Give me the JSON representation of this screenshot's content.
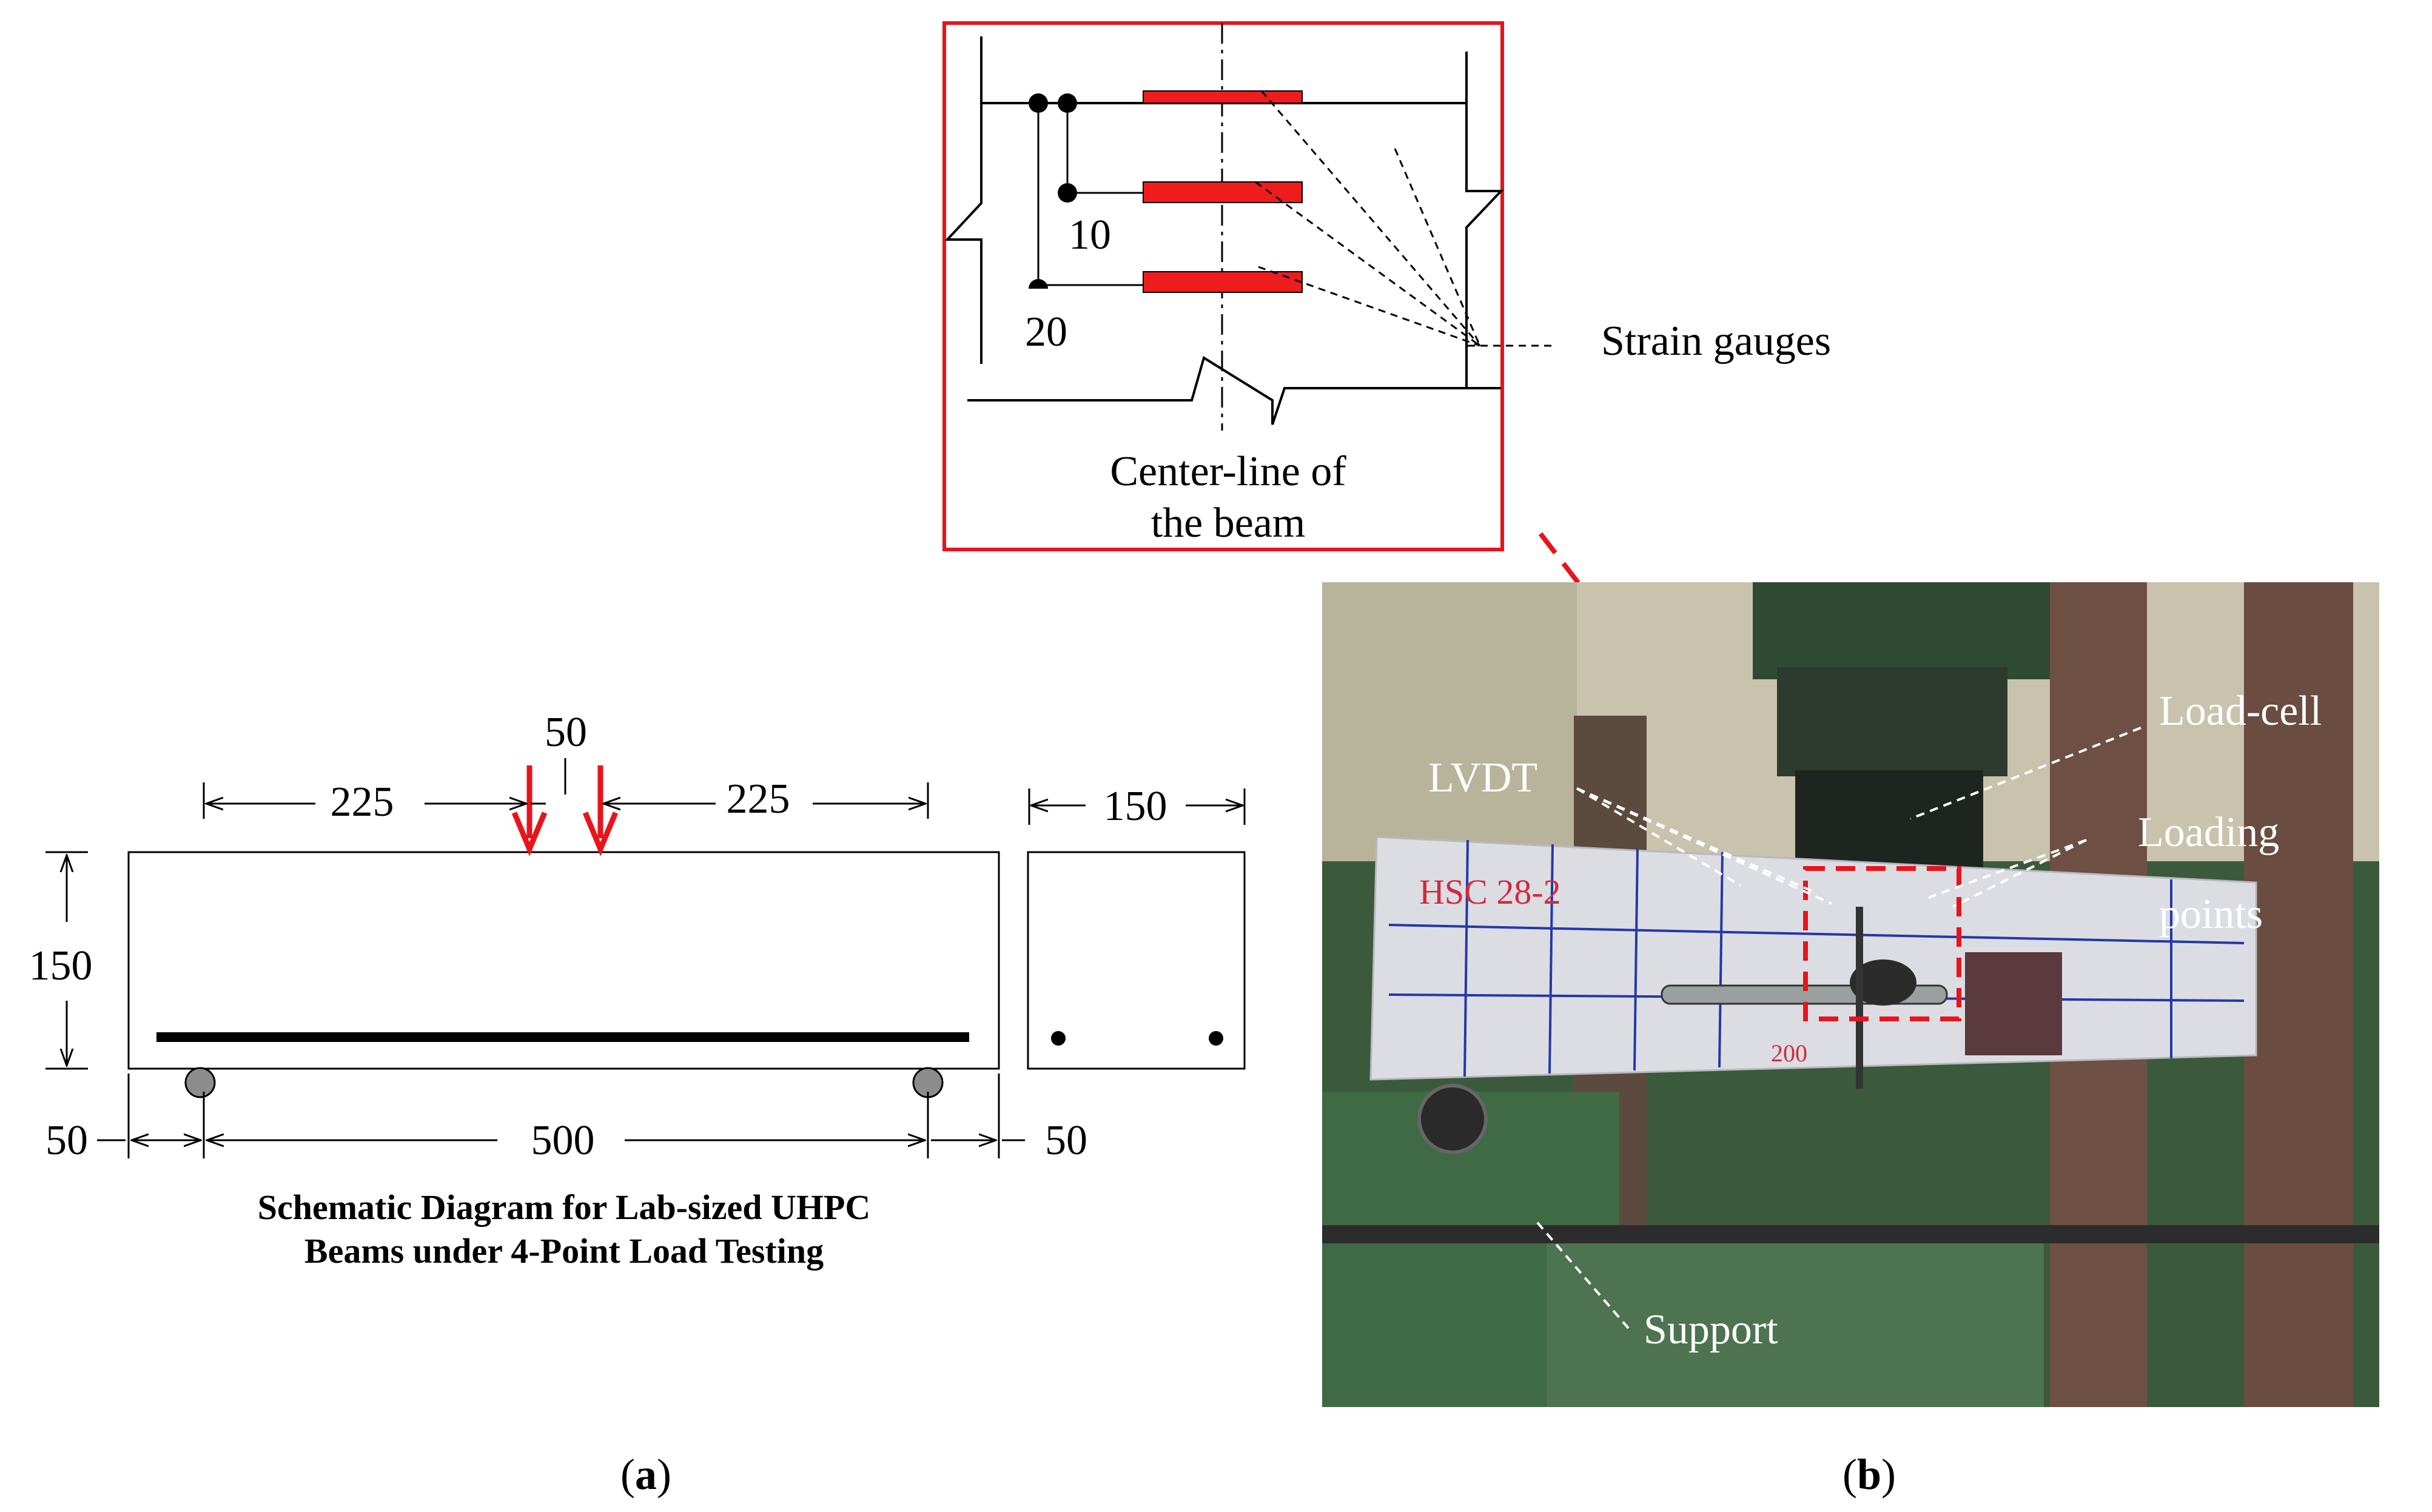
{
  "detail_inset": {
    "bar_spacing_1": "10",
    "bar_spacing_2": "20",
    "centerline_label_1": "Center-line of",
    "centerline_label_2": "the beam",
    "strain_gauges_label": "Strain gauges"
  },
  "schematic": {
    "dim_top_left": "225",
    "dim_load_spacing": "50",
    "dim_top_right": "225",
    "dim_height": "150",
    "dim_section_width": "150",
    "dim_bottom_left": "50",
    "dim_span": "500",
    "dim_bottom_right": "50",
    "caption_line1": "Schematic Diagram for Lab-sized UHPC",
    "caption_line2": "Beams under 4-Point Load Testing"
  },
  "photo": {
    "specimen_mark": "HSC 28-2",
    "specimen_mark_2": "200",
    "label_lvdt": "LVDT",
    "label_load_cell": "Load-cell",
    "label_loading_1": "Loading",
    "label_loading_2": "points",
    "label_support": "Support"
  },
  "panel_labels": {
    "a_open": "(",
    "a_letter": "a",
    "a_close": ")",
    "b_open": "(",
    "b_letter": "b",
    "b_close": ")"
  },
  "colors": {
    "accent_red": "#e8141b",
    "rebar_red": "#ee1c1c",
    "photo_bg": "#3b5a3c"
  }
}
